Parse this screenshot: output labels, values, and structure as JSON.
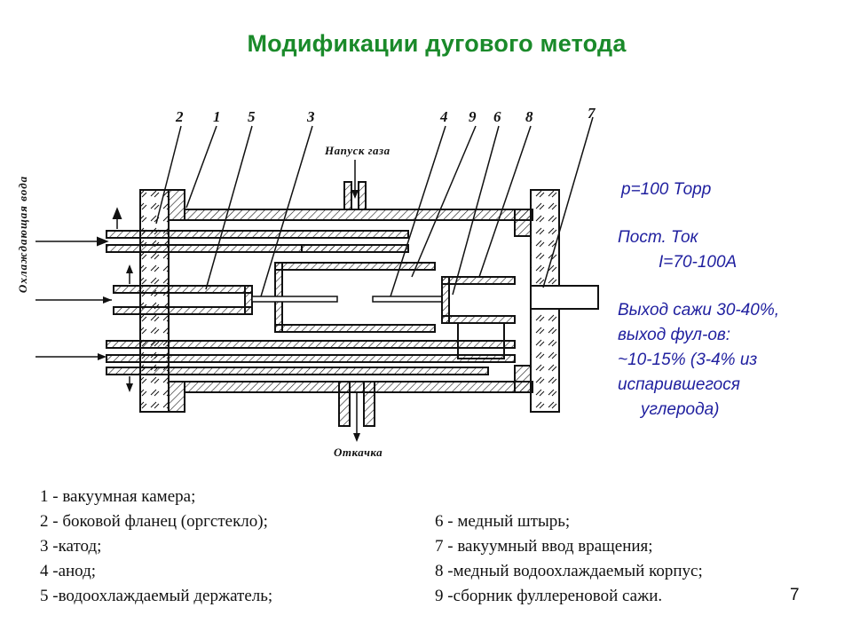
{
  "title": "Модификации дугового метода",
  "diagram": {
    "part_numbers": [
      "2",
      "1",
      "5",
      "3",
      "4",
      "9",
      "6",
      "8",
      "7"
    ],
    "gas_inlet_label": "Напуск газа",
    "pumping_label": "Откачка",
    "cooling_water_label": "Охлаждающая вода"
  },
  "params": {
    "pressure": "p=100 Торр",
    "current_type": "Пост. Ток",
    "current_value": "I=70-100A",
    "yield_lines": [
      "Выход сажи 30-40%,",
      "выход фул-ов:",
      "~10-15% (3-4% из",
      "испарившегося",
      "углерода)"
    ]
  },
  "legend_left": [
    "1 - вакуумная камера;",
    "2 - боковой фланец (оргстекло);",
    "3 -катод;",
    "4 -анод;",
    "5 -водоохлаждаемый держатель;"
  ],
  "legend_right": [
    "6 - медный штырь;",
    "7 - вакуумный ввод вращения;",
    "8 -медный водоохлаждаемый корпус;",
    "9 -сборник фуллереновой сажи."
  ],
  "page_number": "7",
  "colors": {
    "title": "#1a8a2a",
    "params_text": "#1f1f9f"
  }
}
